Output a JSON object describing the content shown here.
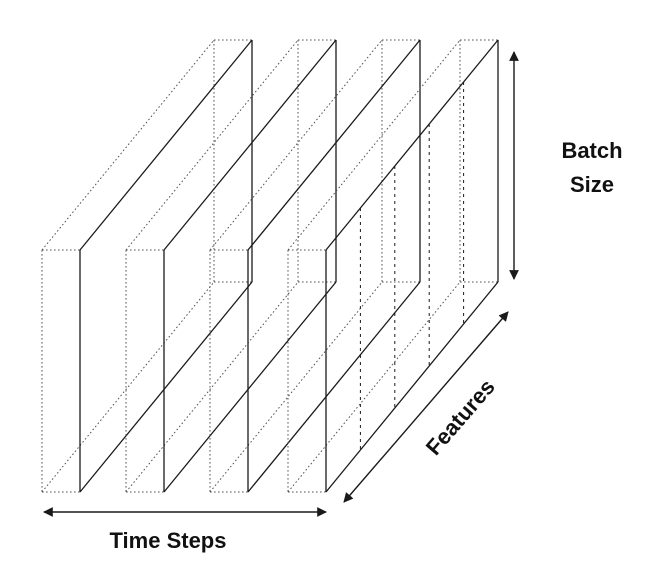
{
  "labels": {
    "batch_line1": "Batch",
    "batch_line2": "Size",
    "features": "Features",
    "time_steps": "Time Steps"
  },
  "slices": [
    {
      "name": "time-slice-1"
    },
    {
      "name": "time-slice-2"
    },
    {
      "name": "time-slice-3"
    },
    {
      "name": "time-slice-4"
    }
  ],
  "feature_divisions": 5,
  "colors": {
    "stroke": "#1a1a1a",
    "background": "#ffffff"
  }
}
